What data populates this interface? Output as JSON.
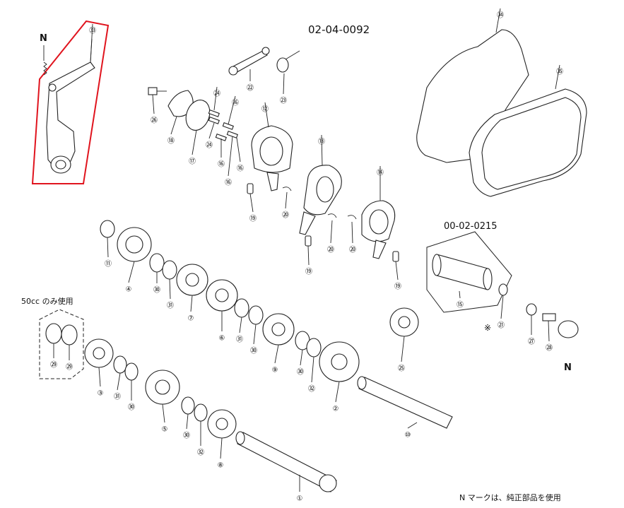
{
  "diagram_code": "02-04-0092",
  "sub_assembly_code": "00-02-0215",
  "note_50cc": "50cc のみ使用",
  "footer_note": "N マークは、純正部品を使用",
  "n_mark": "N",
  "asterisk_mark": "※",
  "highlight_color": "#e0141e",
  "parts": [
    {
      "id": "p1",
      "number": "①"
    },
    {
      "id": "p2",
      "number": "②"
    },
    {
      "id": "p3",
      "number": "③"
    },
    {
      "id": "p4",
      "number": "④"
    },
    {
      "id": "p5",
      "number": "⑤"
    },
    {
      "id": "p6",
      "number": "⑥"
    },
    {
      "id": "p7",
      "number": "⑦"
    },
    {
      "id": "p8",
      "number": "⑧"
    },
    {
      "id": "p9",
      "number": "⑨"
    },
    {
      "id": "p10",
      "number": "⑩"
    },
    {
      "id": "p11",
      "number": "⑪"
    },
    {
      "id": "p12",
      "number": "⑫"
    },
    {
      "id": "p13",
      "number": "⑬"
    },
    {
      "id": "p14",
      "number": "⑭"
    },
    {
      "id": "p15",
      "number": "⑮"
    },
    {
      "id": "p16a",
      "number": "⑯"
    },
    {
      "id": "p16b",
      "number": "⑯"
    },
    {
      "id": "p16c",
      "number": "⑯"
    },
    {
      "id": "p16d",
      "number": "⑯"
    },
    {
      "id": "p17",
      "number": "⑰"
    },
    {
      "id": "p18",
      "number": "⑱"
    },
    {
      "id": "p19a",
      "number": "⑲"
    },
    {
      "id": "p19b",
      "number": "⑲"
    },
    {
      "id": "p19c",
      "number": "⑲"
    },
    {
      "id": "p20a",
      "number": "⑳"
    },
    {
      "id": "p20b",
      "number": "⑳"
    },
    {
      "id": "p20c",
      "number": "⑳"
    },
    {
      "id": "p21",
      "number": "㉑"
    },
    {
      "id": "p22",
      "number": "㉒"
    },
    {
      "id": "p23",
      "number": "㉓"
    },
    {
      "id": "p24a",
      "number": "㉔"
    },
    {
      "id": "p24b",
      "number": "㉔"
    },
    {
      "id": "p25",
      "number": "㉕"
    },
    {
      "id": "p26",
      "number": "㉖"
    },
    {
      "id": "p27",
      "number": "㉗"
    },
    {
      "id": "p28",
      "number": "㉘"
    },
    {
      "id": "p29a",
      "number": "㉙"
    },
    {
      "id": "p29b",
      "number": "㉙"
    },
    {
      "id": "p30a",
      "number": "㉚"
    },
    {
      "id": "p30b",
      "number": "㉚"
    },
    {
      "id": "p30c",
      "number": "㉚"
    },
    {
      "id": "p30d",
      "number": "㉚"
    },
    {
      "id": "p30e",
      "number": "㉚"
    },
    {
      "id": "p31a",
      "number": "㉛"
    },
    {
      "id": "p31b",
      "number": "㉛"
    },
    {
      "id": "p31c",
      "number": "㉛"
    },
    {
      "id": "p32a",
      "number": "㉜"
    },
    {
      "id": "p32b",
      "number": "㉜"
    },
    {
      "id": "p33",
      "number": "㉝"
    },
    {
      "id": "p34",
      "number": "㉞"
    },
    {
      "id": "p35",
      "number": "㉟"
    }
  ]
}
